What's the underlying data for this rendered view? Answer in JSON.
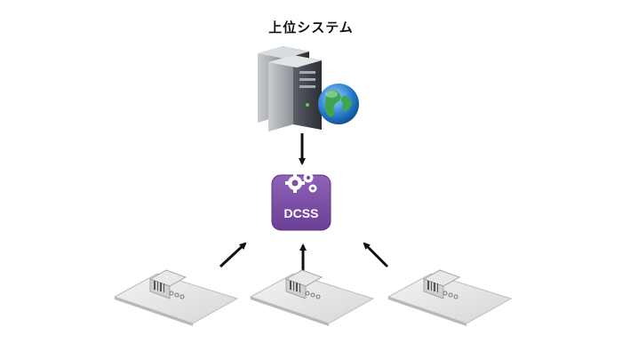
{
  "title": "上位システム",
  "hub": {
    "label": "DCSS",
    "color": "#7b4fa5"
  },
  "nodes": [
    {
      "name": "host-system",
      "icon": "server-globe-icon"
    },
    {
      "name": "dcss",
      "icon": "gears-icon"
    },
    {
      "name": "device-1",
      "icon": "label-printer-icon"
    },
    {
      "name": "device-2",
      "icon": "label-printer-icon"
    },
    {
      "name": "device-3",
      "icon": "label-printer-icon"
    }
  ],
  "edges": [
    {
      "from": "host-system",
      "to": "dcss"
    },
    {
      "from": "device-1",
      "to": "dcss"
    },
    {
      "from": "device-2",
      "to": "dcss"
    },
    {
      "from": "device-3",
      "to": "dcss"
    }
  ]
}
